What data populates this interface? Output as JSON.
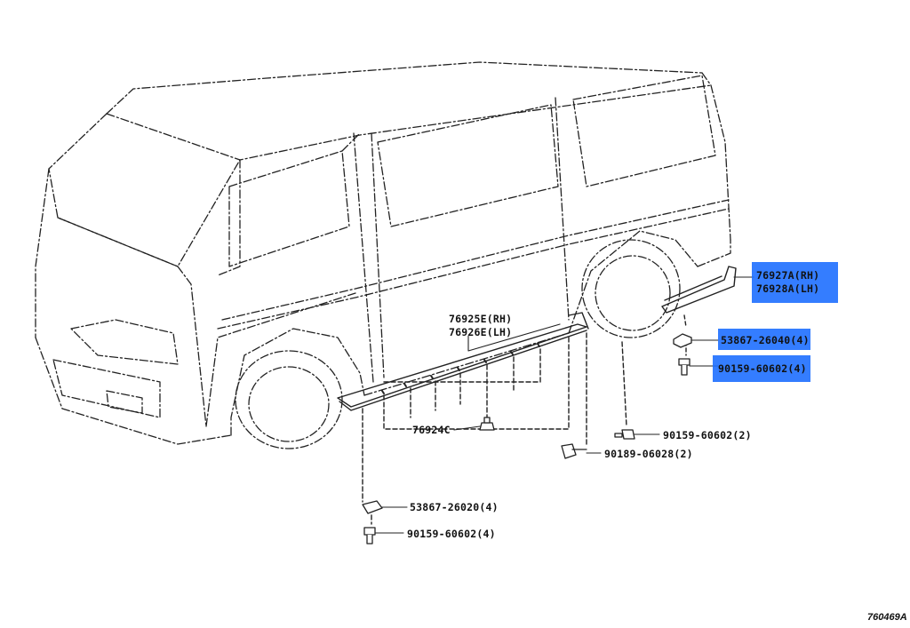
{
  "diagram": {
    "reference_code": "760469A",
    "highlight_color": "#1e6fff",
    "parts": {
      "rear_guard_rh": "76927A(RH)",
      "rear_guard_lh": "76928A(LH)",
      "rear_clip": "53867-26040(4)",
      "rear_screw": "90159-60602(4)",
      "side_molding_rh": "76925E(RH)",
      "side_molding_lh": "76926E(LH)",
      "center_clip": "76924C",
      "front_screw": "90159-60602(2)",
      "front_bolt": "90189-06028(2)",
      "lower_clip": "53867-26020(4)",
      "lower_screw": "90159-60602(4)"
    }
  }
}
